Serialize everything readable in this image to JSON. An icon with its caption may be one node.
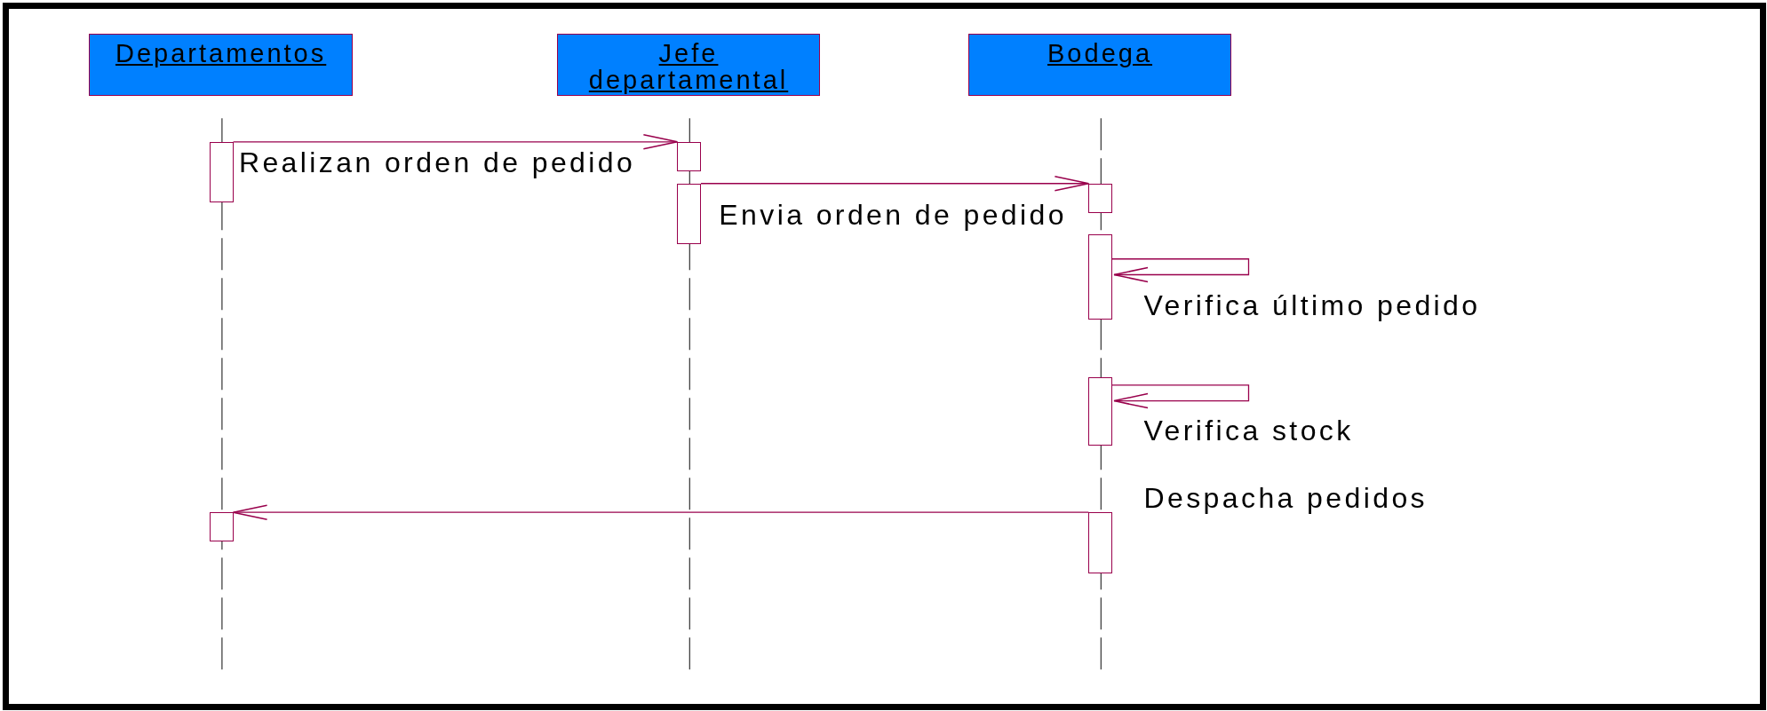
{
  "diagram": {
    "nodes": [
      {
        "text": [
          "Departamentos"
        ]
      },
      {
        "text": [
          "Jefe departamental"
        ]
      },
      {
        "text": [
          "Bodega"
        ]
      },
      {
        "text": [],
        "shape": "bar"
      },
      {
        "text": [],
        "shape": "bar"
      },
      {
        "text": [],
        "shape": "bar"
      },
      {
        "text": [],
        "shape": "bar"
      },
      {
        "text": [],
        "shape": "bar"
      },
      {
        "text": [],
        "shape": "bar"
      },
      {
        "text": [],
        "shape": "bar"
      },
      {
        "text": [],
        "shape": "bar"
      }
    ],
    "edges": [
      {
        "from": 3,
        "to": 4,
        "arrow": "to",
        "label": "Realizan orden de pedido"
      },
      {
        "from": 5,
        "to": 6,
        "arrow": "to",
        "label": "Envia orden de pedido"
      },
      {
        "from": 7,
        "to": 7,
        "arrow": "to",
        "label": "Verifica último pedido"
      },
      {
        "from": 8,
        "to": 8,
        "arrow": "to",
        "label": "Verifica stock"
      },
      {
        "from": 9,
        "to": 10,
        "arrow": "to",
        "label": "Despacha pedidos"
      }
    ]
  }
}
